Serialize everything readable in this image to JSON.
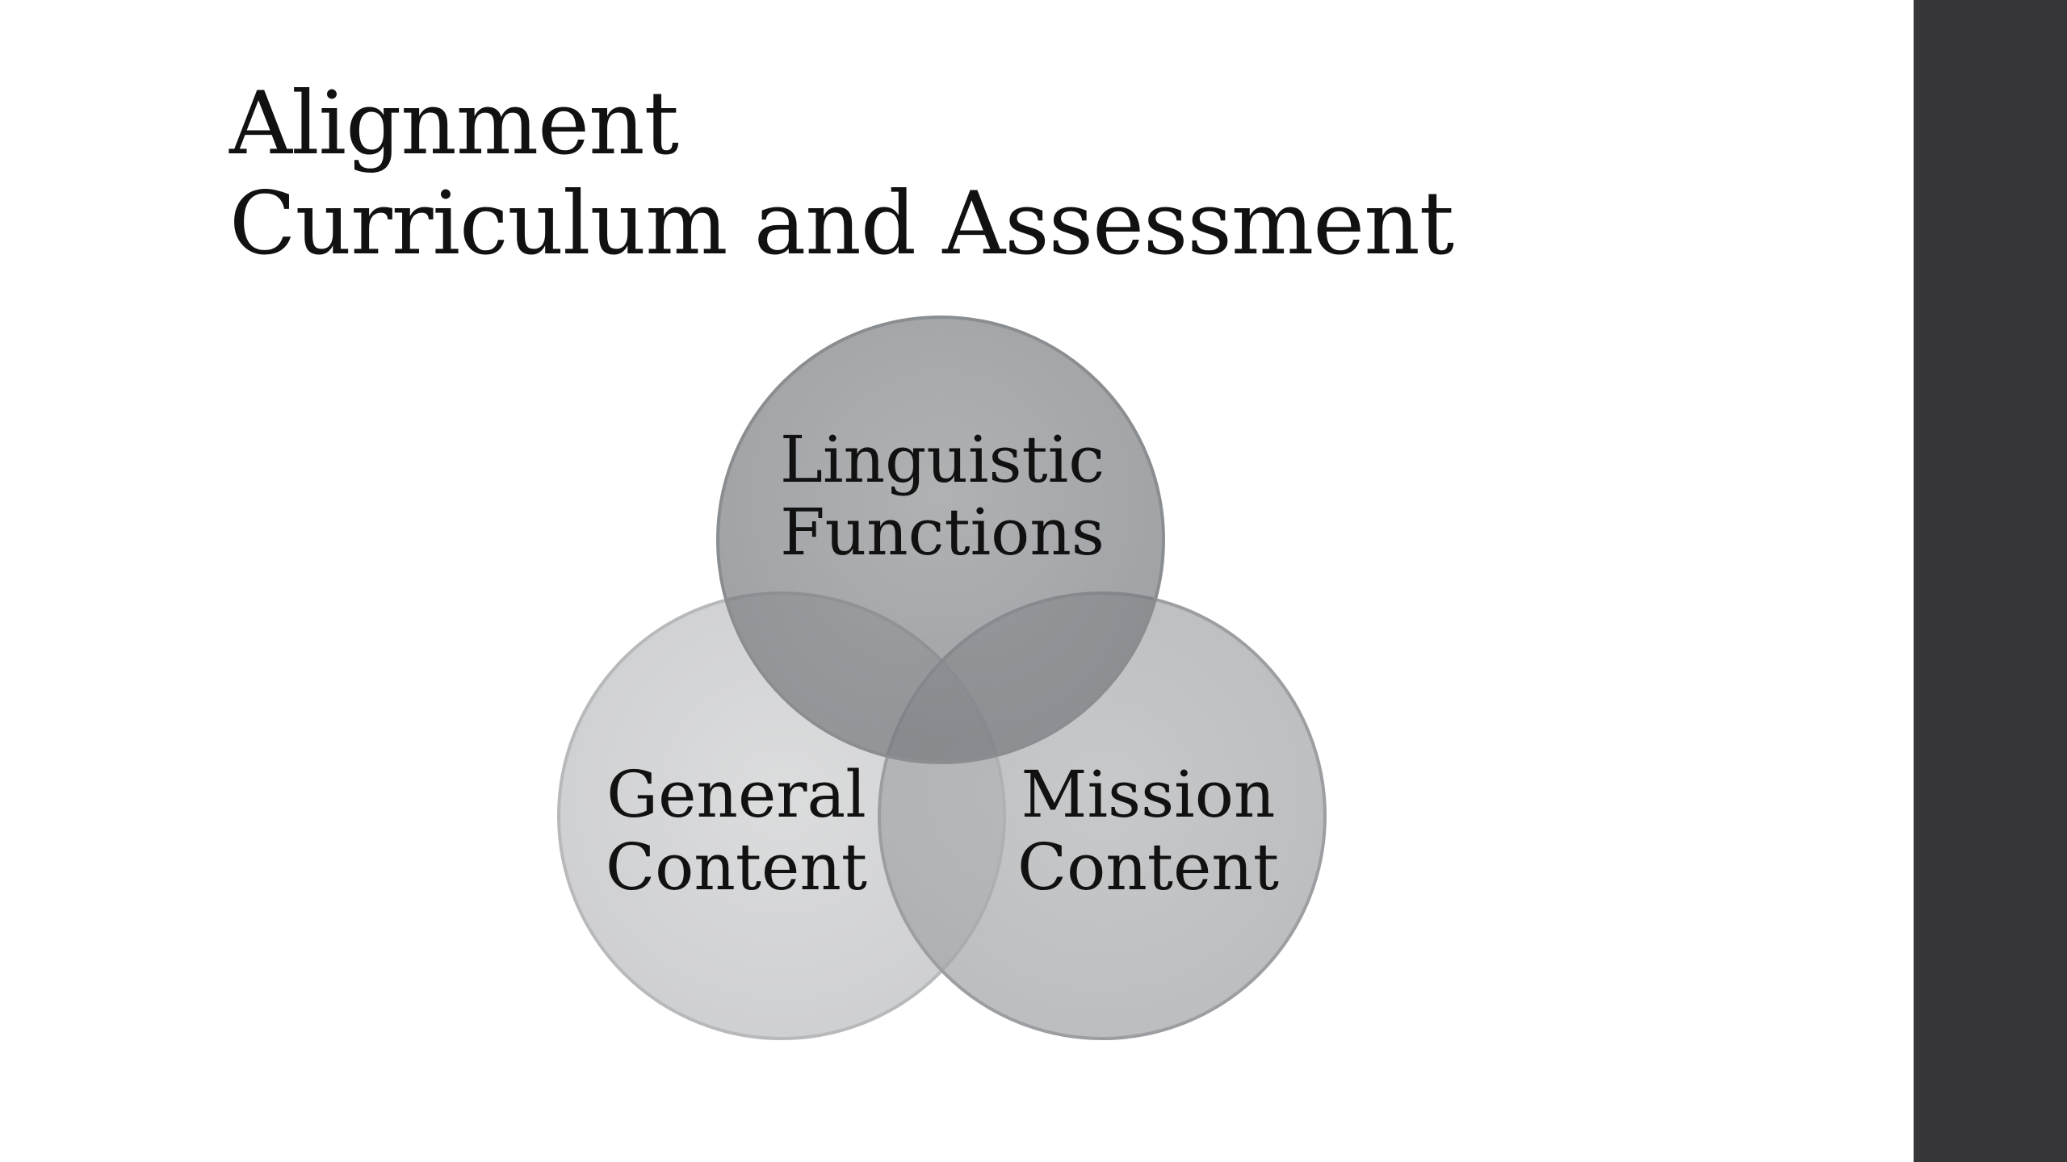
{
  "slide": {
    "title_line1": "Alignment",
    "title_line2": "Curriculum and Assessment"
  },
  "diagram": {
    "type": "venn",
    "sets": [
      {
        "id": "linguistic",
        "line1": "Linguistic",
        "line2": "Functions",
        "color": "#7e8185"
      },
      {
        "id": "general",
        "line1": "General",
        "line2": "Content",
        "color": "#c4c5c7"
      },
      {
        "id": "mission",
        "line1": "Mission",
        "line2": "Content",
        "color": "#a0a2a5"
      }
    ]
  },
  "colors": {
    "background": "#ffffff",
    "side_bar": "#363638",
    "text": "#111111"
  }
}
